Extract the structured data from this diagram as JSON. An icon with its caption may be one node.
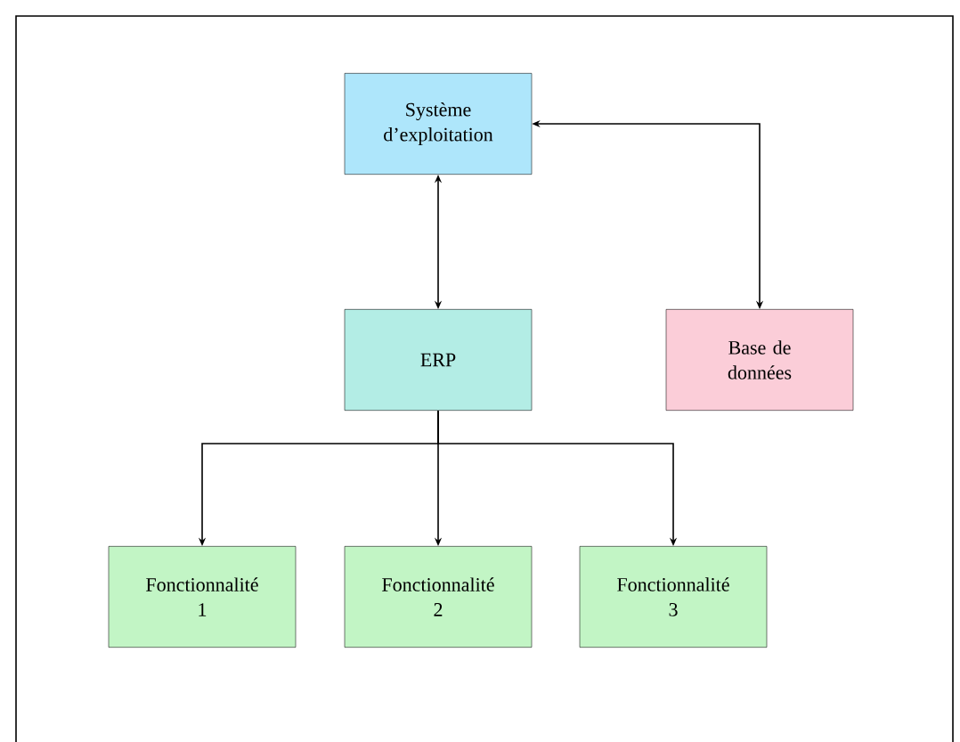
{
  "diagram": {
    "nodes": [
      {
        "text": [
          "Système d’exploitation"
        ]
      },
      {
        "text": [
          "ERP"
        ]
      },
      {
        "text": [
          "Base de données"
        ]
      },
      {
        "text": [
          "Fonctionnalité 1"
        ]
      },
      {
        "text": [
          "Fonctionnalité 2"
        ]
      },
      {
        "text": [
          "Fonctionnalité 3"
        ]
      }
    ],
    "edges": [
      {
        "from": 0,
        "to": 1,
        "arrow": "both"
      },
      {
        "from": 0,
        "to": 2,
        "arrow": "both"
      },
      {
        "from": 1,
        "to": 3,
        "arrow": "to"
      },
      {
        "from": 1,
        "to": 4,
        "arrow": "to"
      },
      {
        "from": 1,
        "to": 5,
        "arrow": "to"
      }
    ]
  }
}
